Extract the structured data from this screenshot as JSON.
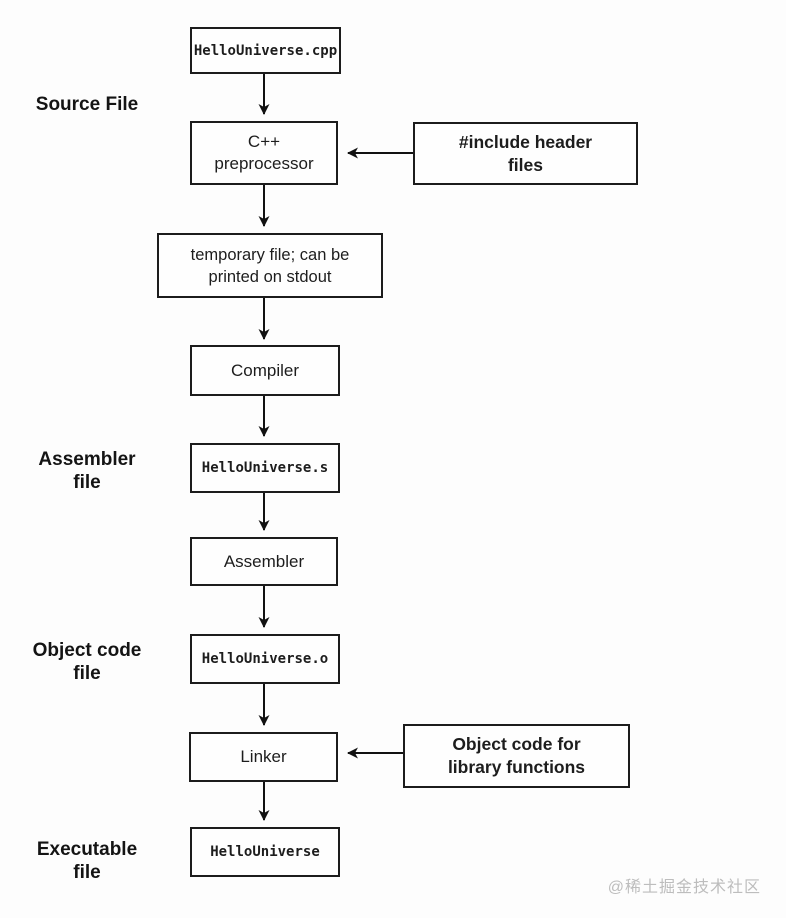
{
  "diagram": {
    "description": "C++ compilation process flowchart",
    "nodes": {
      "source_file": "HelloUniverse.cpp",
      "preprocessor": "C++ preprocessor",
      "temp_file": "temporary file; can be printed on stdout",
      "compiler": "Compiler",
      "assembly_file": "HelloUniverse.s",
      "assembler": "Assembler",
      "object_file": "HelloUniverse.o",
      "linker": "Linker",
      "executable": "HelloUniverse"
    },
    "side_labels": {
      "source": "Source File",
      "assembler": "Assembler file",
      "object": "Object code file",
      "executable": "Executable file"
    },
    "callouts": {
      "include_headers": "#include header files",
      "library_objects": "Object code for library functions"
    },
    "colors": {
      "border": "#1c1c1c",
      "background": "#fdfdfd",
      "arrow": "#111111",
      "watermark": "#bdbdbd"
    }
  },
  "watermark": "@稀土掘金技术社区"
}
